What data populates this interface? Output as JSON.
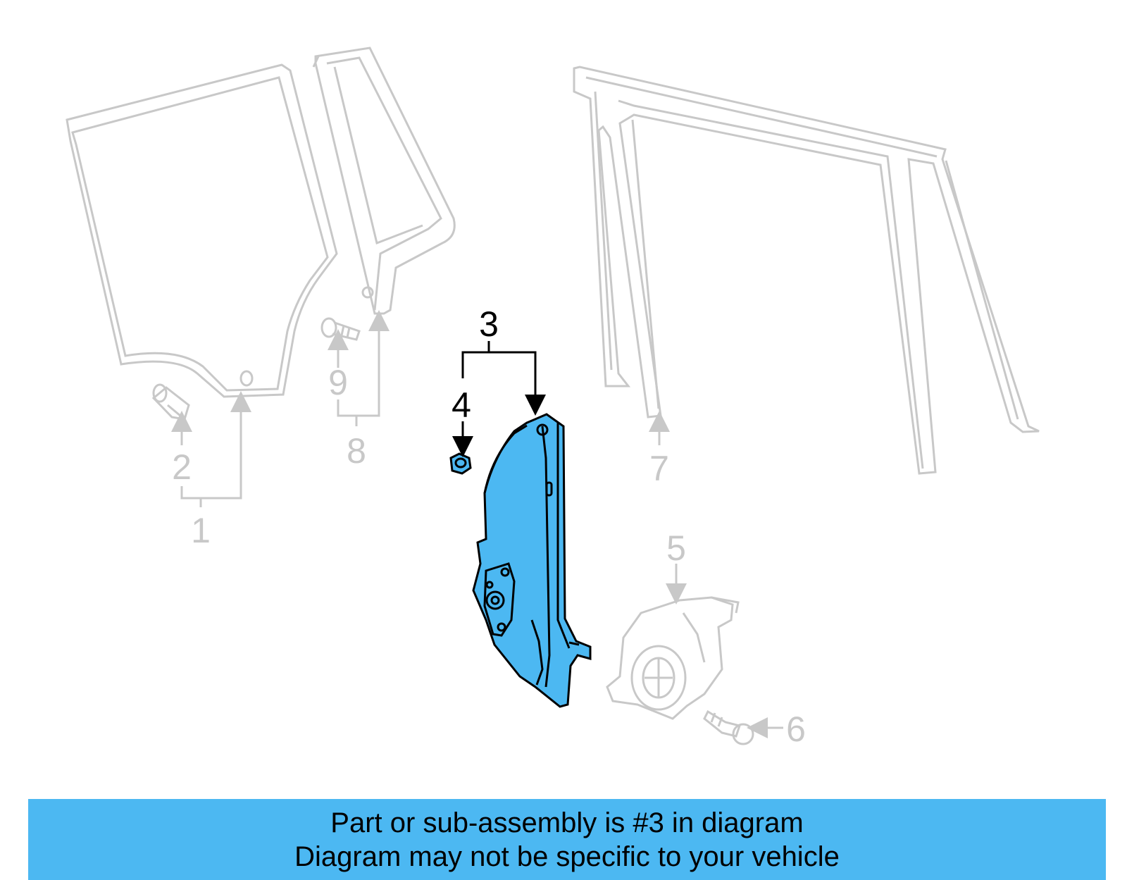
{
  "diagram": {
    "callouts": [
      {
        "id": "1",
        "label": "1",
        "highlighted": false
      },
      {
        "id": "2",
        "label": "2",
        "highlighted": false
      },
      {
        "id": "3",
        "label": "3",
        "highlighted": true
      },
      {
        "id": "4",
        "label": "4",
        "highlighted": true
      },
      {
        "id": "5",
        "label": "5",
        "highlighted": false
      },
      {
        "id": "6",
        "label": "6",
        "highlighted": false
      },
      {
        "id": "7",
        "label": "7",
        "highlighted": false
      },
      {
        "id": "8",
        "label": "8",
        "highlighted": false
      },
      {
        "id": "9",
        "label": "9",
        "highlighted": false
      }
    ],
    "colors": {
      "dim_line": "#c8c8c8",
      "highlight_fill": "#4cb8f2",
      "highlight_line": "#000000"
    }
  },
  "banner": {
    "line1": "Part or sub-assembly is #3 in diagram",
    "line2": "Diagram may not be specific to your vehicle"
  }
}
